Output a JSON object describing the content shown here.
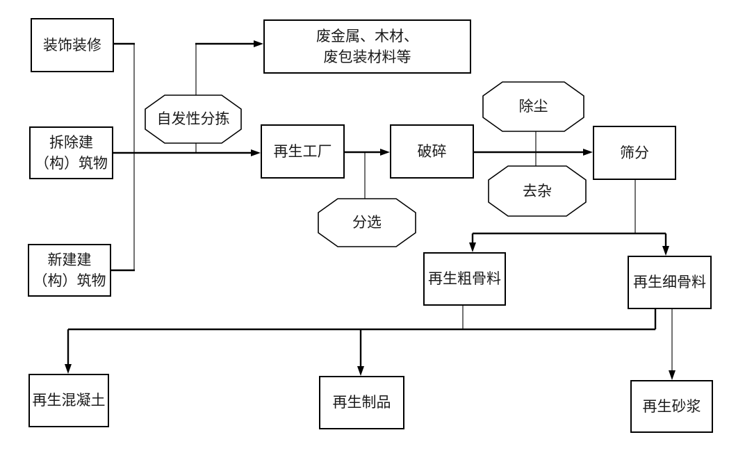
{
  "diagram": {
    "type": "flowchart",
    "language": "zh-CN",
    "background_color": "#ffffff",
    "flow_line_color": "#000000",
    "connector_line_color": "#4d4d4d",
    "node_border_color": "#000000",
    "text_color": "#1a1a1a"
  },
  "nodes": {
    "decoration": {
      "label": "装饰装修",
      "shape": "rect"
    },
    "demolished": {
      "label": "拆除建\n（构）筑物",
      "shape": "rect"
    },
    "newbuild": {
      "label": "新建建\n（构）筑物",
      "shape": "rect"
    },
    "waste_materials": {
      "label": "废金属、木材、\n废包装材料等",
      "shape": "rect"
    },
    "spontaneous_sorting": {
      "label": "自发性分拣",
      "shape": "octagon"
    },
    "recycling_plant": {
      "label": "再生工厂",
      "shape": "rect"
    },
    "crushing": {
      "label": "破碎",
      "shape": "rect"
    },
    "sorting": {
      "label": "分选",
      "shape": "octagon"
    },
    "dust_removal": {
      "label": "除尘",
      "shape": "octagon"
    },
    "impurity_removal": {
      "label": "去杂",
      "shape": "octagon"
    },
    "screening": {
      "label": "筛分",
      "shape": "rect"
    },
    "coarse_aggregate": {
      "label": "再生粗骨料",
      "shape": "rect"
    },
    "fine_aggregate": {
      "label": "再生细骨料",
      "shape": "rect"
    },
    "recycled_concrete": {
      "label": "再生混凝土",
      "shape": "rect"
    },
    "recycled_products": {
      "label": "再生制品",
      "shape": "rect"
    },
    "recycled_mortar": {
      "label": "再生砂浆",
      "shape": "rect"
    }
  },
  "edges": [
    {
      "from": "decoration",
      "to": "recycling_plant",
      "via": "spontaneous_sorting"
    },
    {
      "from": "demolished",
      "to": "recycling_plant",
      "via": "spontaneous_sorting"
    },
    {
      "from": "newbuild",
      "to": "recycling_plant",
      "via": "spontaneous_sorting"
    },
    {
      "from": "spontaneous_sorting",
      "to": "waste_materials"
    },
    {
      "from": "recycling_plant",
      "to": "crushing",
      "via": "sorting"
    },
    {
      "from": "crushing",
      "to": "screening",
      "via": "dust_removal, impurity_removal"
    },
    {
      "from": "screening",
      "to": "coarse_aggregate"
    },
    {
      "from": "screening",
      "to": "fine_aggregate"
    },
    {
      "from": "coarse_aggregate",
      "to": "recycled_concrete"
    },
    {
      "from": "coarse_aggregate",
      "to": "recycled_products"
    },
    {
      "from": "fine_aggregate",
      "to": "recycled_products"
    },
    {
      "from": "fine_aggregate",
      "to": "recycled_mortar"
    }
  ]
}
